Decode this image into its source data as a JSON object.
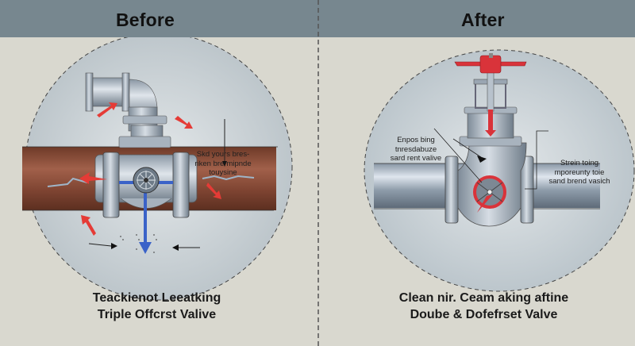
{
  "header": {
    "before_title": "Before",
    "after_title": "After",
    "background_color": "#77878f"
  },
  "before": {
    "callout": [
      "Skd yours bres-",
      "riken brermipnde",
      "touysine"
    ],
    "caption_line1": "Teackienot Leeatking",
    "caption_line2": "Triple Offcrst Valive",
    "pipe_color": "#8a4e3a",
    "leak_arrow_color": "#e53b36",
    "flow_color": "#3a62c8"
  },
  "after": {
    "callout_left": [
      "Enpos bing",
      "tnresdabuze",
      "sard rent valive"
    ],
    "callout_right": [
      "Strein toing",
      "mporeunty toie",
      "sand brend vasich"
    ],
    "caption_line1": "Clean nir. Ceam aking aftine",
    "caption_line2": "Doube & Dofefrset Valve",
    "handwheel_color": "#d9333a",
    "pipe_color": "#9fb0c3"
  },
  "icons": {
    "before_valve": "triple-offset-valve-icon",
    "after_valve": "gate-valve-icon"
  }
}
